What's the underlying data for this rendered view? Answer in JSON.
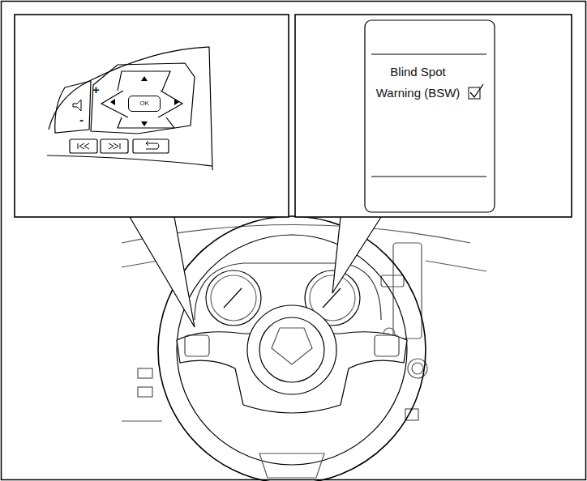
{
  "diagram": {
    "nodes": [
      {
        "text": [
          "Blind Spot Warning (BSW)"
        ]
      },
      {
        "text": [
          "OK"
        ]
      }
    ],
    "labels": [
      "+",
      "-"
    ]
  }
}
